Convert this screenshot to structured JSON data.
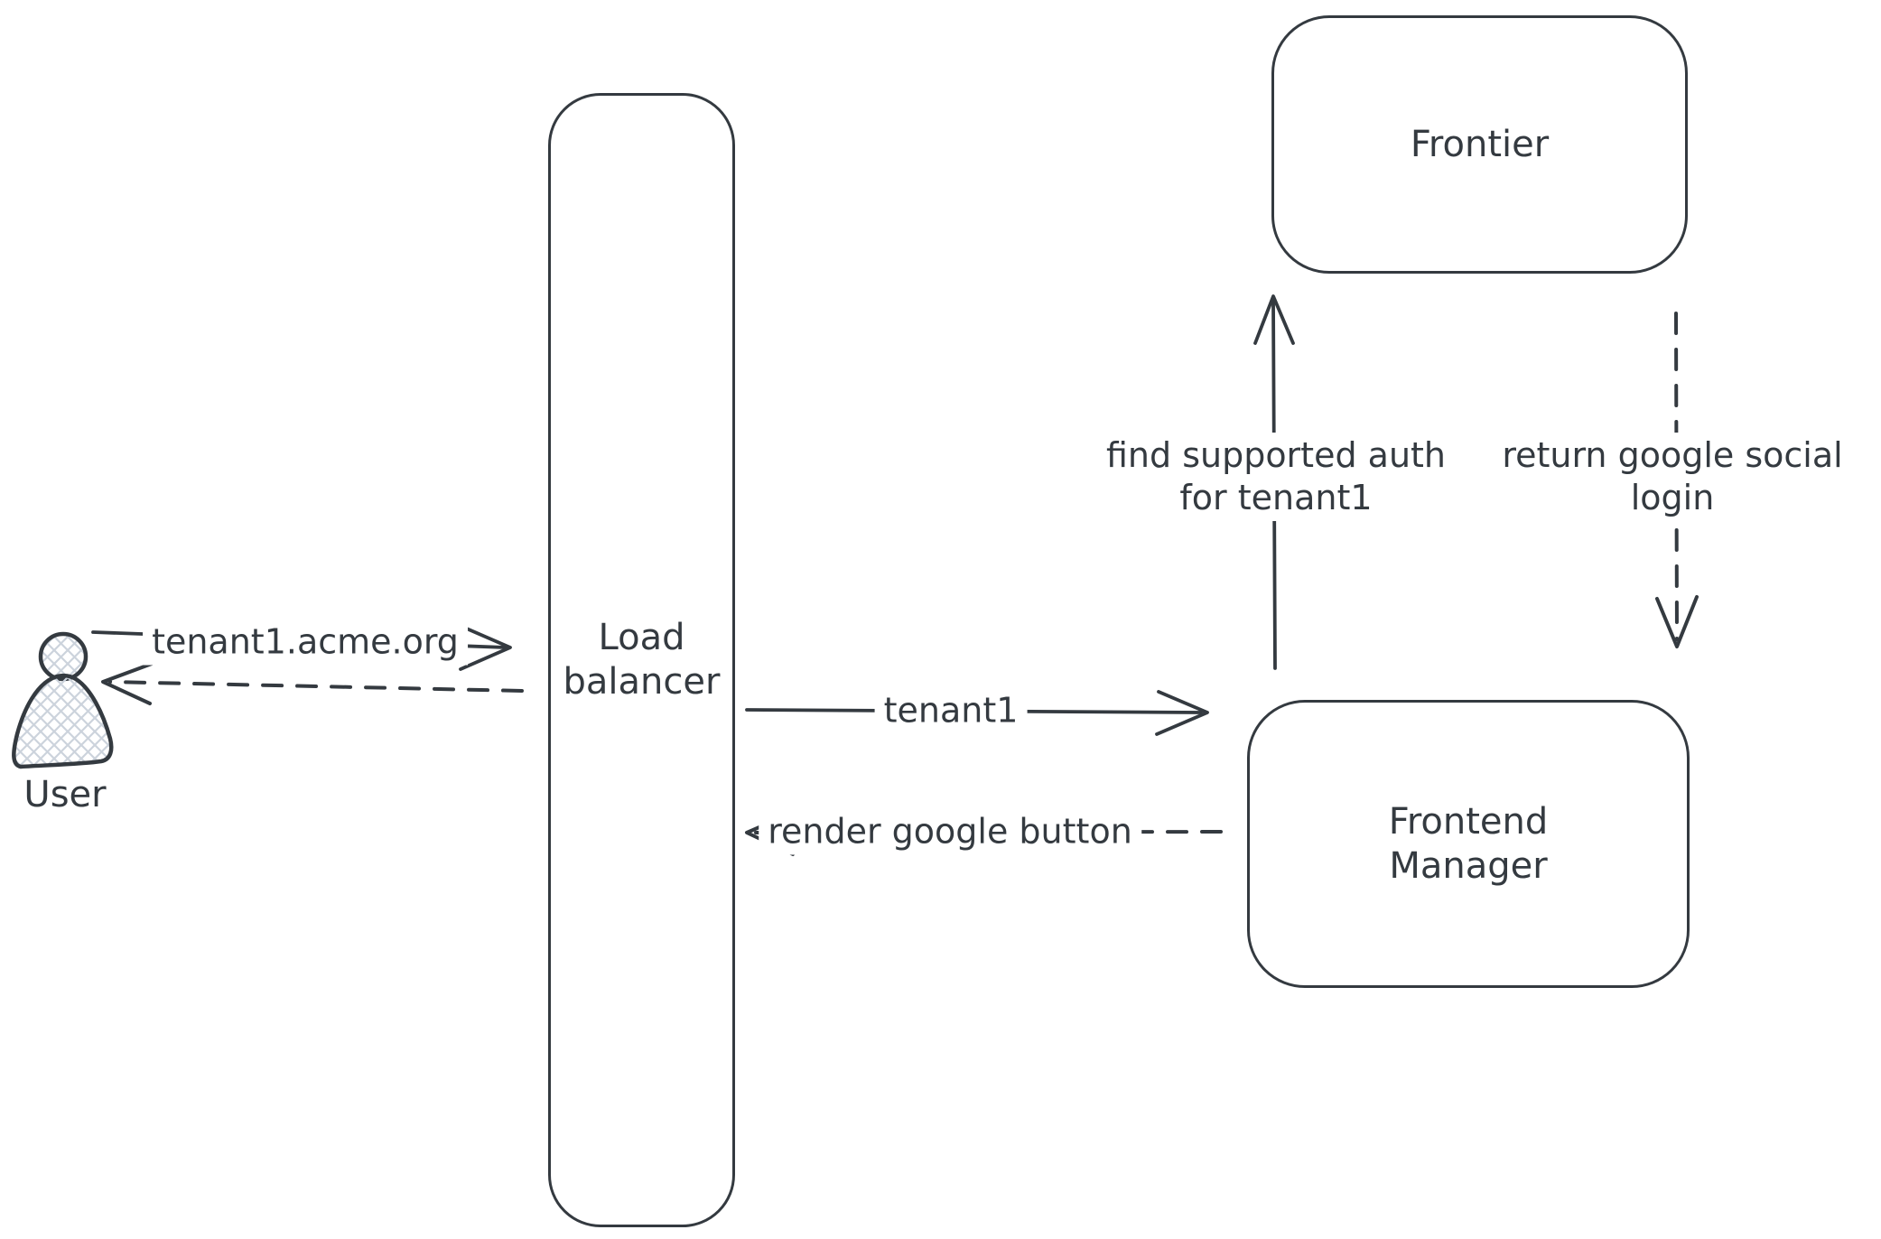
{
  "canvas": {
    "background": "#ffffff",
    "stroke_color": "#343a40",
    "fill_pattern_color": "#ccd3dc"
  },
  "nodes": {
    "user": {
      "label": "User"
    },
    "load_balancer": {
      "line1": "Load",
      "line2": "balancer"
    },
    "frontier": {
      "label": "Frontier"
    },
    "frontend_manager": {
      "line1": "Frontend",
      "line2": "Manager"
    }
  },
  "edges": {
    "user_to_load_balancer": {
      "label": "tenant1.acme.org",
      "style": "solid"
    },
    "load_balancer_to_user": {
      "style": "dashed"
    },
    "load_balancer_to_frontend_manager": {
      "label": "tenant1",
      "style": "solid"
    },
    "frontend_manager_to_load_balancer": {
      "label": "render google button",
      "style": "dashed"
    },
    "frontend_manager_to_frontier": {
      "line1": "find supported auth",
      "line2": "for tenant1",
      "style": "solid"
    },
    "frontier_to_frontend_manager": {
      "line1": "return google social",
      "line2": "login",
      "style": "dashed"
    }
  }
}
